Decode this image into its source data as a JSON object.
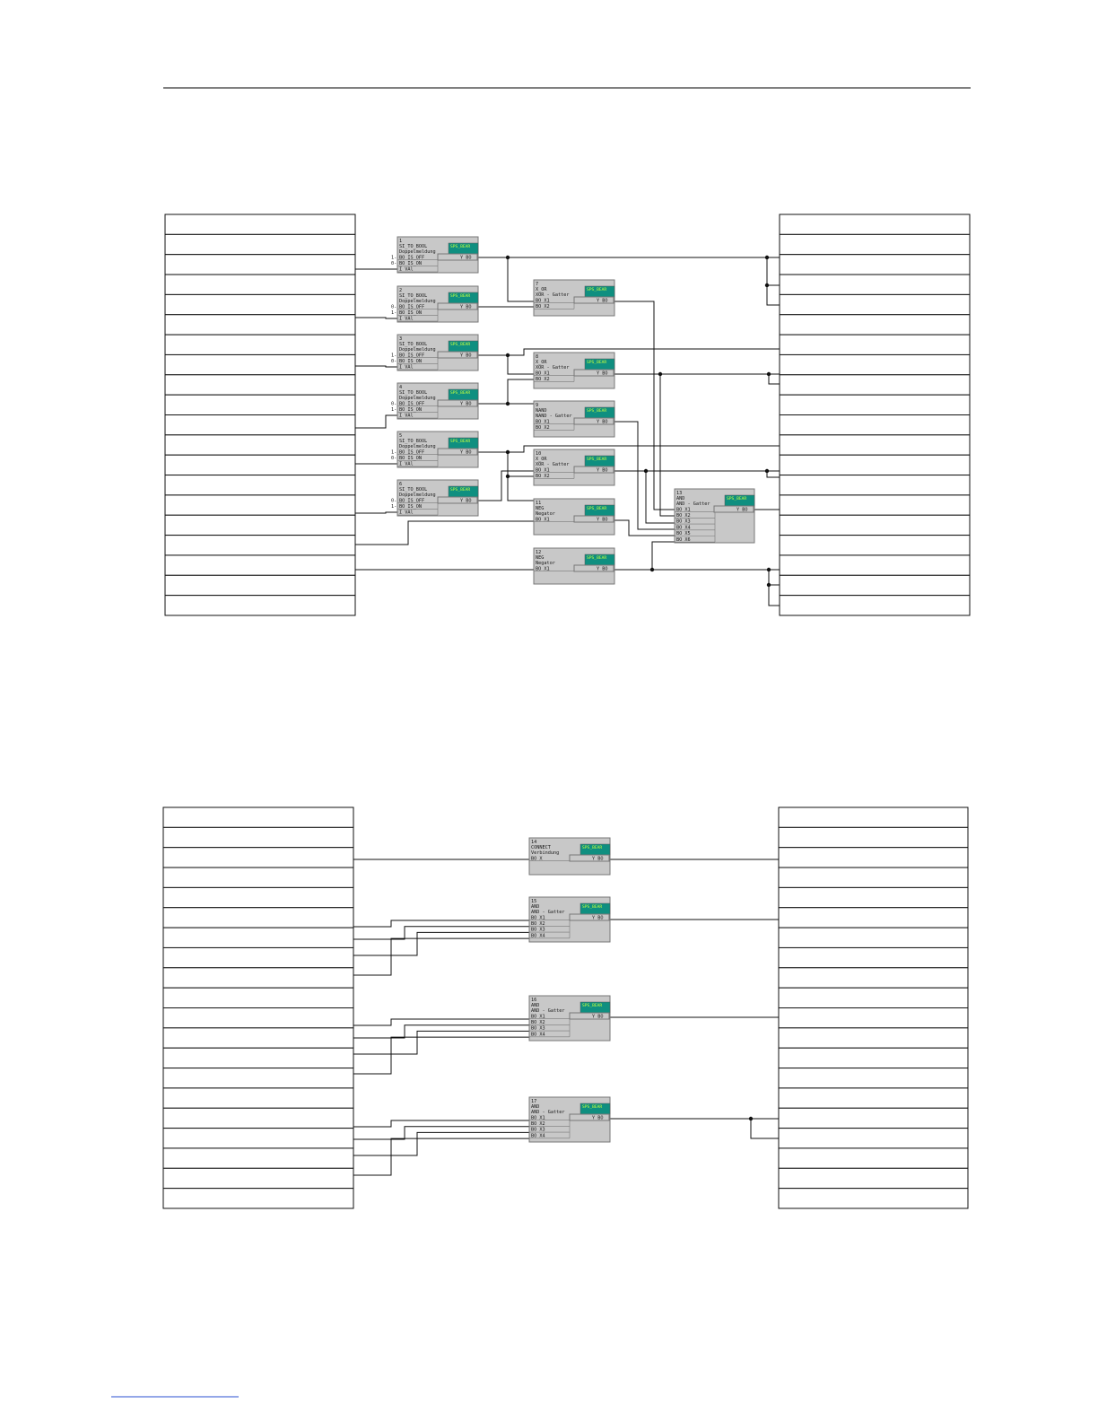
{
  "diagram_1": {
    "left_table_rows": 20,
    "right_table_rows": 20,
    "blocks": [
      {
        "num": "1",
        "type": "SI_TO_BOOL",
        "desc": "Doppelmeldung",
        "header": "SPS_BEAR",
        "inputs": [
          "BO IS_OFF",
          "BO IS_ON",
          "I VAl"
        ],
        "output": "Y BO",
        "input_marks": [
          "1-",
          "0-",
          ""
        ]
      },
      {
        "num": "2",
        "type": "SI_TO_BOOL",
        "desc": "Doppelmeldung",
        "header": "SPS_BEAR",
        "inputs": [
          "BO IS_OFF",
          "BO IS_ON",
          "I VAl"
        ],
        "output": "Y BO",
        "input_marks": [
          "0-",
          "1-",
          ""
        ]
      },
      {
        "num": "3",
        "type": "SI_TO_BOOL",
        "desc": "Doppelmeldung",
        "header": "SPS_BEAR",
        "inputs": [
          "BO IS_OFF",
          "BO IS_ON",
          "I VAl"
        ],
        "output": "Y BO",
        "input_marks": [
          "1-",
          "0-",
          ""
        ]
      },
      {
        "num": "4",
        "type": "SI_TO_BOOL",
        "desc": "Doppelmeldung",
        "header": "SPS_BEAR",
        "inputs": [
          "BO IS_OFF",
          "BO IS_ON",
          "I VAl"
        ],
        "output": "Y BO",
        "input_marks": [
          "0-",
          "1-",
          ""
        ]
      },
      {
        "num": "5",
        "type": "SI_TO_BOOL",
        "desc": "Doppelmeldung",
        "header": "SPS_BEAR",
        "inputs": [
          "BO IS_OFF",
          "BO IS_ON",
          "I VAl"
        ],
        "output": "Y BO",
        "input_marks": [
          "1-",
          "0-",
          ""
        ]
      },
      {
        "num": "6",
        "type": "SI_TO_BOOL",
        "desc": "Doppelmeldung",
        "header": "SPS_BEAR",
        "inputs": [
          "BO IS_OFF",
          "BO IS_ON",
          "I VAl"
        ],
        "output": "Y BO",
        "input_marks": [
          "0-",
          "1-",
          ""
        ]
      },
      {
        "num": "7",
        "type": "X_OR",
        "desc": "XOR - Gatter",
        "header": "SPS_BEAR",
        "inputs": [
          "BO X1",
          "BO X2"
        ],
        "output": "Y BO"
      },
      {
        "num": "8",
        "type": "X_OR",
        "desc": "XOR - Gatter",
        "header": "SPS_BEAR",
        "inputs": [
          "BO X1",
          "BO X2"
        ],
        "output": "Y BO"
      },
      {
        "num": "9",
        "type": "NAND",
        "desc": "NAND - Gatter",
        "header": "SPS_BEAR",
        "inputs": [
          "BO X1",
          "BO X2"
        ],
        "output": "Y BO"
      },
      {
        "num": "10",
        "type": "X_OR",
        "desc": "XOR - Gatter",
        "header": "SPS_BEAR",
        "inputs": [
          "BO X1",
          "BO X2"
        ],
        "output": "Y BO"
      },
      {
        "num": "11",
        "type": "NEG",
        "desc": "Negator",
        "header": "SPS_BEAR",
        "inputs": [
          "BO X1"
        ],
        "output": "Y BO"
      },
      {
        "num": "12",
        "type": "NEG",
        "desc": "Negator",
        "header": "SPS_BEAR",
        "inputs": [
          "BO X1"
        ],
        "output": "Y BO"
      },
      {
        "num": "13",
        "type": "AND",
        "desc": "AND - Gatter",
        "header": "SPS_BEAR",
        "inputs": [
          "BO X1",
          "BO X2",
          "BO X3",
          "BO X4",
          "BO X5",
          "BO X6"
        ],
        "output": "Y BO"
      }
    ]
  },
  "diagram_2": {
    "left_table_rows": 20,
    "right_table_rows": 20,
    "blocks": [
      {
        "num": "14",
        "type": "CONNECT",
        "desc": "Verbindung",
        "header": "SPS_BEAR",
        "inputs": [
          "BO X"
        ],
        "output": "Y BO"
      },
      {
        "num": "15",
        "type": "AND",
        "desc": "AND - Gatter",
        "header": "SPS_BEAR",
        "inputs": [
          "BO X1",
          "BO X2",
          "BO X3",
          "BO X4"
        ],
        "output": "Y BO"
      },
      {
        "num": "16",
        "type": "AND",
        "desc": "AND - Gatter",
        "header": "SPS_BEAR",
        "inputs": [
          "BO X1",
          "BO X2",
          "BO X3",
          "BO X4"
        ],
        "output": "Y BO"
      },
      {
        "num": "17",
        "type": "AND",
        "desc": "AND - Gatter",
        "header": "SPS_BEAR",
        "inputs": [
          "BO X1",
          "BO X2",
          "BO X3",
          "BO X4"
        ],
        "output": "Y BO"
      }
    ]
  }
}
